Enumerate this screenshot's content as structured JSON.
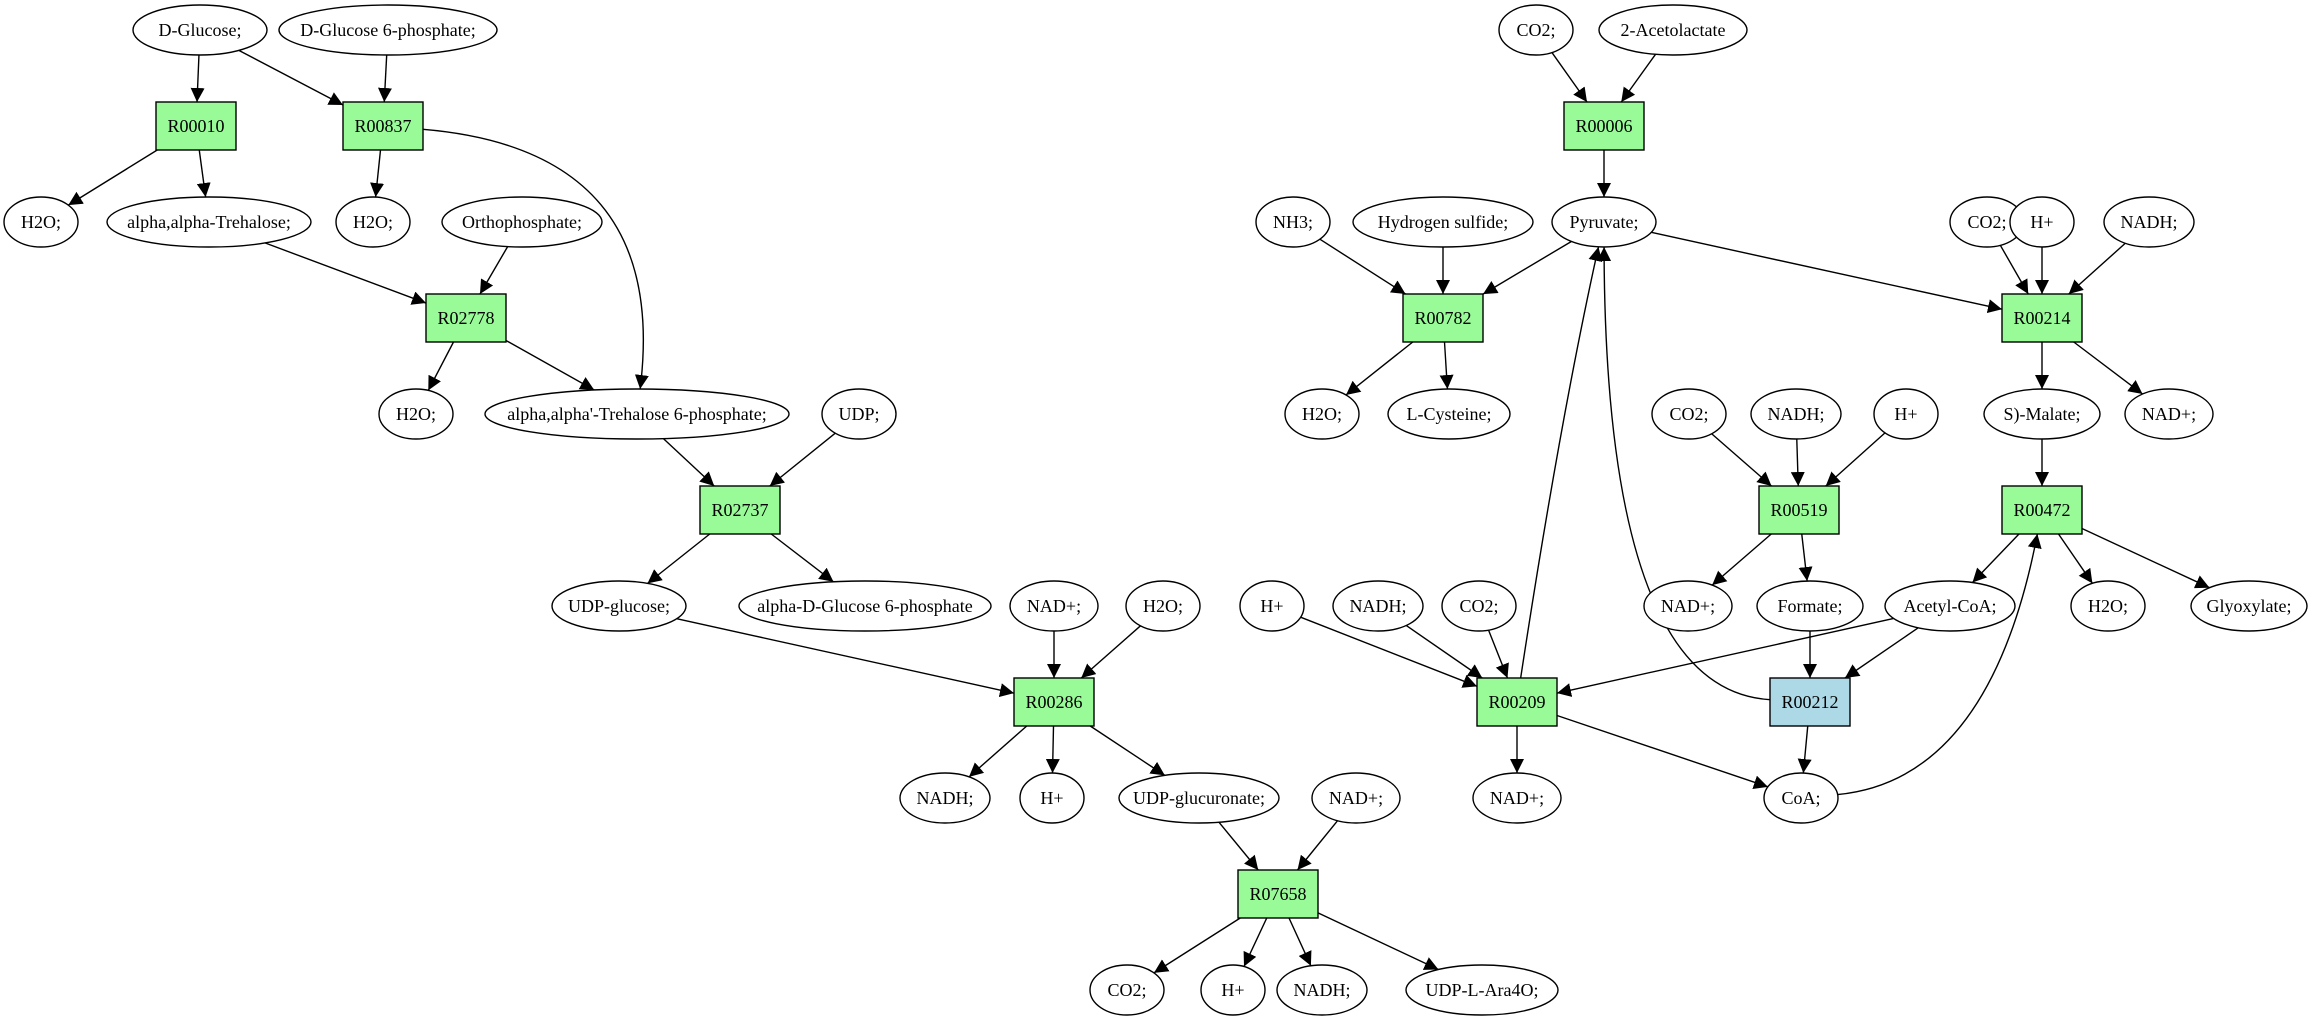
{
  "colors": {
    "reaction": "#98fb98",
    "reaction_alt": "#add8e6",
    "metabolite": "#ffffff",
    "source_highlight": "#00ff00",
    "target_highlight": "#ffff00",
    "stroke": "#000000"
  },
  "nodes": [
    {
      "id": "m_glucose",
      "kind": "metabolite",
      "label": "D-Glucose;",
      "fill": "source_highlight"
    },
    {
      "id": "m_g6p",
      "kind": "metabolite",
      "label": "D-Glucose 6-phosphate;"
    },
    {
      "id": "r_00010",
      "kind": "reaction",
      "label": "R00010"
    },
    {
      "id": "r_00837",
      "kind": "reaction",
      "label": "R00837"
    },
    {
      "id": "m_h2o_1",
      "kind": "metabolite",
      "label": "H2O;"
    },
    {
      "id": "m_trehalose",
      "kind": "metabolite",
      "label": "alpha,alpha-Trehalose;"
    },
    {
      "id": "m_h2o_2",
      "kind": "metabolite",
      "label": "H2O;"
    },
    {
      "id": "m_orthophosphate",
      "kind": "metabolite",
      "label": "Orthophosphate;"
    },
    {
      "id": "r_02778",
      "kind": "reaction",
      "label": "R02778"
    },
    {
      "id": "m_h2o_3",
      "kind": "metabolite",
      "label": "H2O;"
    },
    {
      "id": "m_t6p",
      "kind": "metabolite",
      "label": "alpha,alpha'-Trehalose 6-phosphate;"
    },
    {
      "id": "m_udp",
      "kind": "metabolite",
      "label": "UDP;"
    },
    {
      "id": "r_02737",
      "kind": "reaction",
      "label": "R02737"
    },
    {
      "id": "m_udp_glucose",
      "kind": "metabolite",
      "label": "UDP-glucose;"
    },
    {
      "id": "m_adg6p",
      "kind": "metabolite",
      "label": "alpha-D-Glucose 6-phosphate"
    },
    {
      "id": "m_nadp_1",
      "kind": "metabolite",
      "label": "NAD+;"
    },
    {
      "id": "m_h2o_4",
      "kind": "metabolite",
      "label": "H2O;"
    },
    {
      "id": "r_00286",
      "kind": "reaction",
      "label": "R00286"
    },
    {
      "id": "m_nadh_1",
      "kind": "metabolite",
      "label": "NADH;"
    },
    {
      "id": "m_hplus_1",
      "kind": "metabolite",
      "label": "H+"
    },
    {
      "id": "m_udp_glucuronate",
      "kind": "metabolite",
      "label": "UDP-glucuronate;"
    },
    {
      "id": "m_nadp_2",
      "kind": "metabolite",
      "label": "NAD+;"
    },
    {
      "id": "r_07658",
      "kind": "reaction",
      "label": "R07658"
    },
    {
      "id": "m_co2_1",
      "kind": "metabolite",
      "label": "CO2;"
    },
    {
      "id": "m_hplus_2",
      "kind": "metabolite",
      "label": "H+"
    },
    {
      "id": "m_nadh_2",
      "kind": "metabolite",
      "label": "NADH;"
    },
    {
      "id": "m_udp_ara4o",
      "kind": "metabolite",
      "label": "UDP-L-Ara4O;"
    },
    {
      "id": "m_co2_2",
      "kind": "metabolite",
      "label": "CO2;"
    },
    {
      "id": "m_acetolactate",
      "kind": "metabolite",
      "label": "2-Acetolactate"
    },
    {
      "id": "r_00006",
      "kind": "reaction",
      "label": "R00006"
    },
    {
      "id": "m_nh3",
      "kind": "metabolite",
      "label": "NH3;"
    },
    {
      "id": "m_h2s",
      "kind": "metabolite",
      "label": "Hydrogen sulfide;"
    },
    {
      "id": "m_pyruvate",
      "kind": "metabolite",
      "label": "Pyruvate;"
    },
    {
      "id": "r_00782",
      "kind": "reaction",
      "label": "R00782"
    },
    {
      "id": "m_h2o_5",
      "kind": "metabolite",
      "label": "H2O;"
    },
    {
      "id": "m_cysteine",
      "kind": "metabolite",
      "label": "L-Cysteine;",
      "fill": "target_highlight"
    },
    {
      "id": "m_co2_3",
      "kind": "metabolite",
      "label": "CO2;"
    },
    {
      "id": "m_hplus_3",
      "kind": "metabolite",
      "label": "H+"
    },
    {
      "id": "m_nadh_3",
      "kind": "metabolite",
      "label": "NADH;"
    },
    {
      "id": "r_00214",
      "kind": "reaction",
      "label": "R00214"
    },
    {
      "id": "m_smalate",
      "kind": "metabolite",
      "label": "S)-Malate;"
    },
    {
      "id": "m_nadp_3",
      "kind": "metabolite",
      "label": "NAD+;"
    },
    {
      "id": "m_co2_4",
      "kind": "metabolite",
      "label": "CO2;"
    },
    {
      "id": "m_nadh_4",
      "kind": "metabolite",
      "label": "NADH;"
    },
    {
      "id": "m_hplus_4",
      "kind": "metabolite",
      "label": "H+"
    },
    {
      "id": "r_00519",
      "kind": "reaction",
      "label": "R00519"
    },
    {
      "id": "m_nadp_4",
      "kind": "metabolite",
      "label": "NAD+;"
    },
    {
      "id": "m_formate",
      "kind": "metabolite",
      "label": "Formate;"
    },
    {
      "id": "r_00472",
      "kind": "reaction",
      "label": "R00472"
    },
    {
      "id": "m_acetylcoa",
      "kind": "metabolite",
      "label": "Acetyl-CoA;"
    },
    {
      "id": "m_h2o_6",
      "kind": "metabolite",
      "label": "H2O;"
    },
    {
      "id": "m_glyoxylate",
      "kind": "metabolite",
      "label": "Glyoxylate;"
    },
    {
      "id": "m_hplus_5",
      "kind": "metabolite",
      "label": "H+"
    },
    {
      "id": "m_nadh_5",
      "kind": "metabolite",
      "label": "NADH;"
    },
    {
      "id": "m_co2_5",
      "kind": "metabolite",
      "label": "CO2;"
    },
    {
      "id": "r_00209",
      "kind": "reaction",
      "label": "R00209"
    },
    {
      "id": "r_00212",
      "kind": "reaction",
      "label": "R00212",
      "fill": "reaction_alt"
    },
    {
      "id": "m_nadp_5",
      "kind": "metabolite",
      "label": "NAD+;"
    },
    {
      "id": "m_coa",
      "kind": "metabolite",
      "label": "CoA;"
    }
  ],
  "edges": [
    [
      "m_glucose",
      "r_00010"
    ],
    [
      "m_glucose",
      "r_00837"
    ],
    [
      "m_g6p",
      "r_00837"
    ],
    [
      "r_00010",
      "m_h2o_1"
    ],
    [
      "r_00010",
      "m_trehalose"
    ],
    [
      "r_00837",
      "m_h2o_2"
    ],
    [
      "r_00837",
      "m_t6p"
    ],
    [
      "m_trehalose",
      "r_02778"
    ],
    [
      "m_orthophosphate",
      "r_02778"
    ],
    [
      "r_02778",
      "m_h2o_3"
    ],
    [
      "r_02778",
      "m_t6p"
    ],
    [
      "m_t6p",
      "r_02737"
    ],
    [
      "m_udp",
      "r_02737"
    ],
    [
      "r_02737",
      "m_udp_glucose"
    ],
    [
      "r_02737",
      "m_adg6p"
    ],
    [
      "m_udp_glucose",
      "r_00286"
    ],
    [
      "m_nadp_1",
      "r_00286"
    ],
    [
      "m_h2o_4",
      "r_00286"
    ],
    [
      "r_00286",
      "m_nadh_1"
    ],
    [
      "r_00286",
      "m_hplus_1"
    ],
    [
      "r_00286",
      "m_udp_glucuronate"
    ],
    [
      "m_udp_glucuronate",
      "r_07658"
    ],
    [
      "m_nadp_2",
      "r_07658"
    ],
    [
      "r_07658",
      "m_co2_1"
    ],
    [
      "r_07658",
      "m_hplus_2"
    ],
    [
      "r_07658",
      "m_nadh_2"
    ],
    [
      "r_07658",
      "m_udp_ara4o"
    ],
    [
      "m_co2_2",
      "r_00006"
    ],
    [
      "m_acetolactate",
      "r_00006"
    ],
    [
      "r_00006",
      "m_pyruvate"
    ],
    [
      "m_nh3",
      "r_00782"
    ],
    [
      "m_h2s",
      "r_00782"
    ],
    [
      "m_pyruvate",
      "r_00782"
    ],
    [
      "r_00782",
      "m_h2o_5"
    ],
    [
      "r_00782",
      "m_cysteine"
    ],
    [
      "m_pyruvate",
      "r_00214"
    ],
    [
      "m_co2_3",
      "r_00214"
    ],
    [
      "m_hplus_3",
      "r_00214"
    ],
    [
      "m_nadh_3",
      "r_00214"
    ],
    [
      "r_00214",
      "m_smalate"
    ],
    [
      "r_00214",
      "m_nadp_3"
    ],
    [
      "m_co2_4",
      "r_00519"
    ],
    [
      "m_nadh_4",
      "r_00519"
    ],
    [
      "m_hplus_4",
      "r_00519"
    ],
    [
      "r_00519",
      "m_nadp_4"
    ],
    [
      "r_00519",
      "m_formate"
    ],
    [
      "m_smalate",
      "r_00472"
    ],
    [
      "r_00472",
      "m_acetylcoa"
    ],
    [
      "r_00472",
      "m_h2o_6"
    ],
    [
      "r_00472",
      "m_glyoxylate"
    ],
    [
      "m_hplus_5",
      "r_00209"
    ],
    [
      "m_nadh_5",
      "r_00209"
    ],
    [
      "m_co2_5",
      "r_00209"
    ],
    [
      "m_acetylcoa",
      "r_00209"
    ],
    [
      "r_00209",
      "m_pyruvate"
    ],
    [
      "r_00209",
      "m_nadp_5"
    ],
    [
      "r_00209",
      "m_coa"
    ],
    [
      "m_formate",
      "r_00212"
    ],
    [
      "m_acetylcoa",
      "r_00212"
    ],
    [
      "r_00212",
      "m_pyruvate"
    ],
    [
      "r_00212",
      "m_coa"
    ],
    [
      "m_coa",
      "r_00472"
    ]
  ]
}
